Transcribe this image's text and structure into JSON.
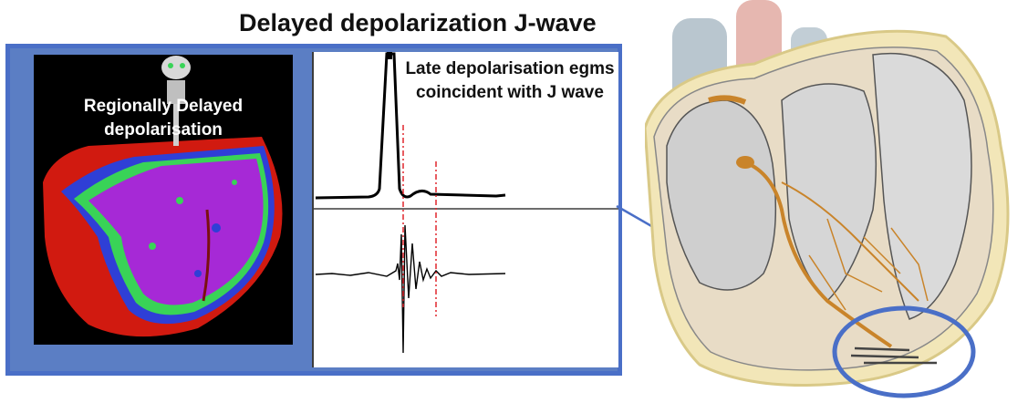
{
  "title": "Delayed  depolarization J-wave",
  "map_panel": {
    "label": "Regionally Delayed depolarisation"
  },
  "egm_panel": {
    "label": "Late depolarisation egms coincident with J wave"
  },
  "colors": {
    "frame_blue": "#4a6fc7",
    "map_magenta": "#a629d6",
    "map_red": "#d11a10",
    "map_green": "#39d357",
    "marker_red": "#e0262d",
    "conduction_orange": "#c9842a"
  }
}
